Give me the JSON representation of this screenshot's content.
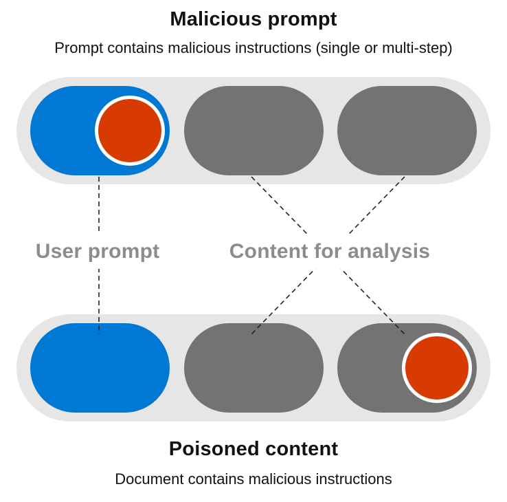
{
  "top_section": {
    "title": "Malicious prompt",
    "subtitle": "Prompt contains malicious instructions (single or multi-step)"
  },
  "bottom_section": {
    "title": "Poisoned content",
    "subtitle": "Document contains malicious instructions"
  },
  "labels": {
    "user_prompt": "User prompt",
    "content_for_analysis": "Content for analysis"
  },
  "rows": [
    {
      "name": "malicious-prompt-row",
      "pills": [
        {
          "color": "blue",
          "knob": true
        },
        {
          "color": "gray",
          "knob": false
        },
        {
          "color": "gray",
          "knob": false
        }
      ]
    },
    {
      "name": "poisoned-content-row",
      "pills": [
        {
          "color": "blue",
          "knob": false
        },
        {
          "color": "gray",
          "knob": false
        },
        {
          "color": "gray",
          "knob": true
        }
      ]
    }
  ],
  "colors": {
    "blue": "#0078D4",
    "red": "#D83B01",
    "gray": "#737373",
    "track": "#E6E6E6",
    "ring": "#FFFFFF",
    "label": "#8C8C8C",
    "dash": "#222222",
    "text": "#111111"
  }
}
